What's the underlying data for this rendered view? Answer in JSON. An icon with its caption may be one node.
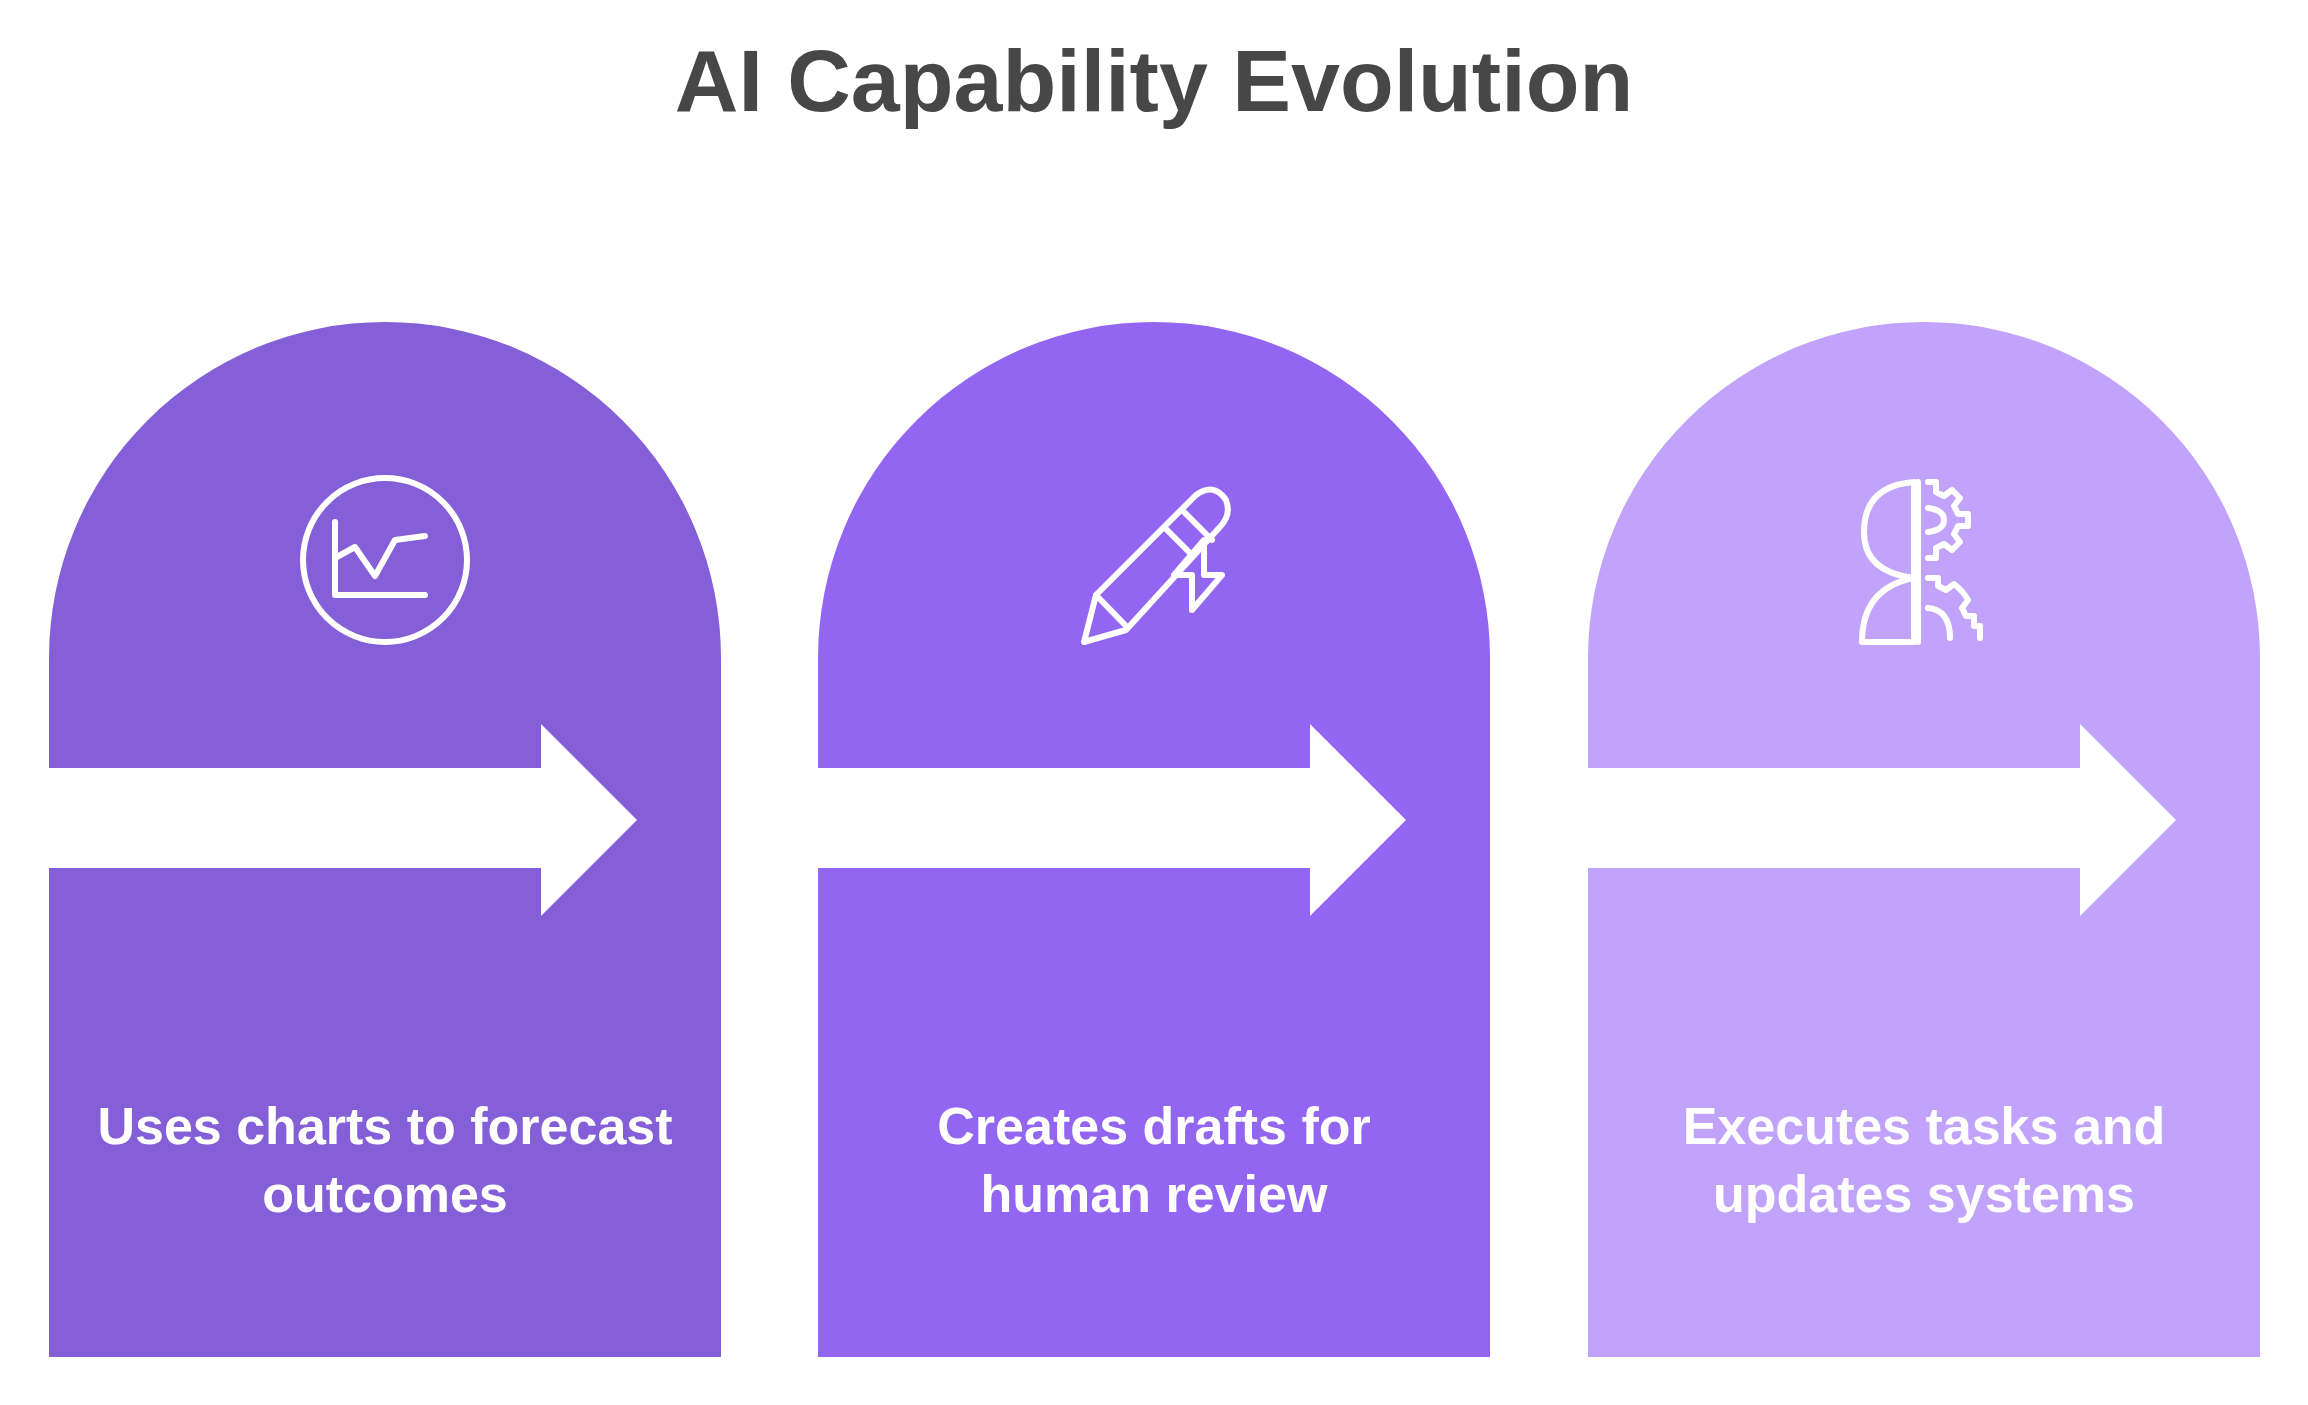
{
  "diagram": {
    "title": "AI Capability Evolution",
    "nodes": [
      {
        "text": [
          "Uses charts to forecast outcomes"
        ]
      },
      {
        "text": [
          "Creates drafts for human review"
        ]
      },
      {
        "text": [
          "Executes tasks and updates systems"
        ]
      }
    ]
  }
}
